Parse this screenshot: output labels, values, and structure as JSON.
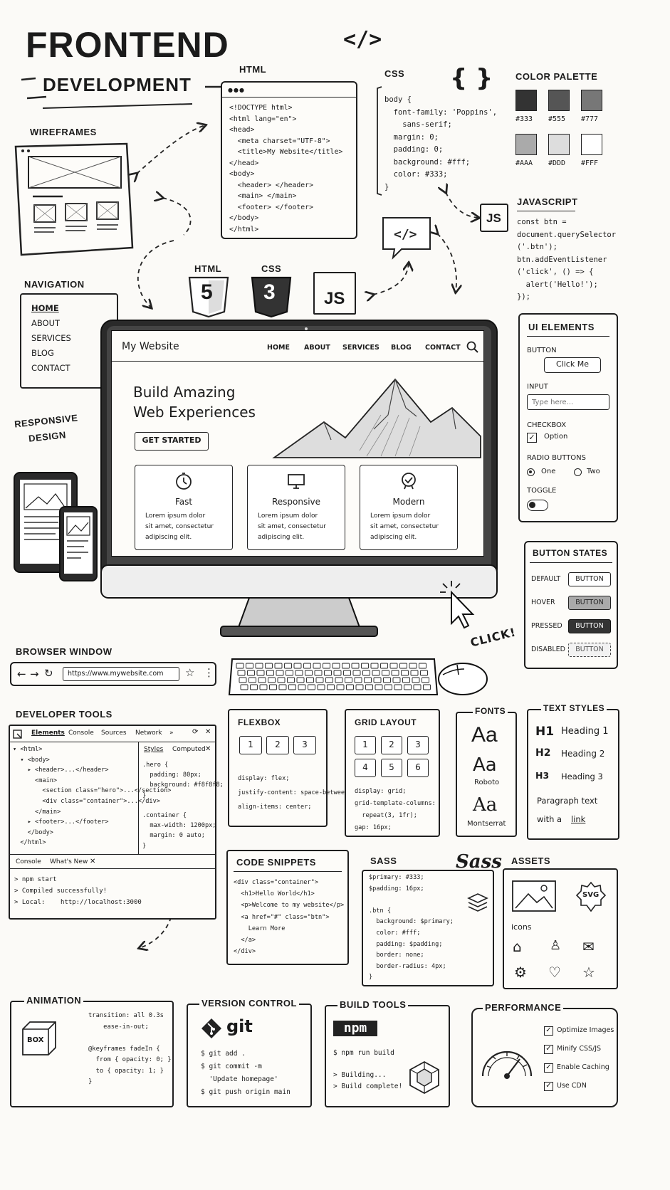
{
  "title": {
    "line1": "FRONTEND",
    "line2": "DEVELOPMENT"
  },
  "code_icon": "</>",
  "wireframes": {
    "label": "WIREFRAMES"
  },
  "html_panel": {
    "label": "HTML",
    "lines": [
      "<!DOCTYPE html>",
      "<html lang=\"en\">",
      "<head>",
      "  <meta charset=\"UTF-8\">",
      "  <title>My Website</title>",
      "</head>",
      "<body>",
      "  <header> </header>",
      "  <main> </main>",
      "  <footer> </footer>",
      "</body>",
      "</html>"
    ]
  },
  "css_panel": {
    "label": "CSS",
    "brace_icon": "{ }",
    "lines": [
      "body {",
      "  font-family: 'Poppins',",
      "    sans-serif;",
      "  margin: 0;",
      "  padding: 0;",
      "  background: #fff;",
      "  color: #333;",
      "}"
    ]
  },
  "color_palette": {
    "label": "COLOR PALETTE",
    "swatches": [
      {
        "hex": "#333",
        "color": "#333333"
      },
      {
        "hex": "#555",
        "color": "#555555"
      },
      {
        "hex": "#777",
        "color": "#777777"
      },
      {
        "hex": "#AAA",
        "color": "#AAAAAA"
      },
      {
        "hex": "#DDD",
        "color": "#DDDDDD"
      },
      {
        "hex": "#FFF",
        "color": "#FFFFFF"
      }
    ]
  },
  "javascript": {
    "label": "JAVASCRIPT",
    "badge": "JS",
    "lines": [
      "const btn =",
      "document.querySelector",
      "('.btn');",
      "btn.addEventListener",
      "('click', () => {",
      "  alert('Hello!');",
      "});"
    ]
  },
  "navigation": {
    "label": "NAVIGATION",
    "items": [
      "HOME",
      "ABOUT",
      "SERVICES",
      "BLOG",
      "CONTACT"
    ]
  },
  "tech_badges": {
    "html_label": "HTML",
    "html_num": "5",
    "css_label": "CSS",
    "css_num": "3",
    "js": "JS"
  },
  "site": {
    "logo": "My Website",
    "nav": [
      "HOME",
      "ABOUT",
      "SERVICES",
      "BLOG",
      "CONTACT"
    ],
    "hero_line1": "Build Amazing",
    "hero_line2": "Web Experiences",
    "cta": "GET STARTED",
    "cards": [
      {
        "title": "Fast",
        "text1": "Lorem ipsum dolor",
        "text2": "sit amet, consectetur",
        "text3": "adipiscing elit.",
        "icon": "stopwatch-icon"
      },
      {
        "title": "Responsive",
        "text1": "Lorem ipsum dolor",
        "text2": "sit amet, consectetur",
        "text3": "adipiscing elit.",
        "icon": "monitor-icon"
      },
      {
        "title": "Modern",
        "text1": "Lorem ipsum dolor",
        "text2": "sit amet, consectetur",
        "text3": "adipiscing elit.",
        "icon": "badge-check-icon"
      }
    ]
  },
  "responsive": {
    "label_line1": "RESPONSIVE",
    "label_line2": "DESIGN"
  },
  "click_label": "CLICK!",
  "ui_elements": {
    "label": "UI ELEMENTS",
    "button_label": "BUTTON",
    "button_text": "Click Me",
    "input_label": "INPUT",
    "input_placeholder": "Type here...",
    "checkbox_label": "CHECKBOX",
    "checkbox_option": "Option",
    "radio_label": "RADIO BUTTONS",
    "radio_one": "One",
    "radio_two": "Two",
    "toggle_label": "TOGGLE"
  },
  "button_states": {
    "label": "BUTTON STATES",
    "states": [
      {
        "name": "DEFAULT",
        "text": "BUTTON"
      },
      {
        "name": "HOVER",
        "text": "BUTTON"
      },
      {
        "name": "PRESSED",
        "text": "BUTTON"
      },
      {
        "name": "DISABLED",
        "text": "BUTTON"
      }
    ]
  },
  "browser_window": {
    "label": "BROWSER WINDOW",
    "url": "https://www.mywebsite.com"
  },
  "dev_tools": {
    "label": "DEVELOPER TOOLS",
    "tabs": [
      "Elements",
      "Console",
      "Sources",
      "Network",
      "»"
    ],
    "dom": [
      "▾ <html>",
      "  ▾ <body>",
      "    ▸ <header>...</header>",
      "      <main>",
      "        <section class=\"hero\">...</section>",
      "        <div class=\"container\">...</div>",
      "      </main>",
      "    ▸ <footer>...</footer>",
      "    </body>",
      "  </html>"
    ],
    "style_tabs": [
      "Styles",
      "Computed"
    ],
    "styles": [
      ".hero {",
      "  padding: 80px;",
      "  background: #f8f8f8;",
      "}",
      "",
      ".container {",
      "  max-width: 1200px;",
      "  margin: 0 auto;",
      "}"
    ],
    "console_tabs": [
      "Console",
      "What's New"
    ],
    "console": [
      "> npm start",
      "> Compiled successfully!",
      "> Local:    http://localhost:3000"
    ]
  },
  "flexbox": {
    "label": "FLEXBOX",
    "cells": [
      "1",
      "2",
      "3"
    ],
    "lines": [
      "display: flex;",
      "justify-content: space-between;",
      "align-items: center;"
    ]
  },
  "grid": {
    "label": "GRID LAYOUT",
    "cells": [
      "1",
      "2",
      "3",
      "4",
      "5",
      "6"
    ],
    "lines": [
      "display: grid;",
      "grid-template-columns:",
      "  repeat(3, 1fr);",
      "gap: 16px;"
    ]
  },
  "fonts": {
    "label": "FONTS",
    "sample": "Aa",
    "names": [
      "Roboto",
      "Montserrat"
    ]
  },
  "text_styles": {
    "label": "TEXT STYLES",
    "items": [
      {
        "tag": "H1",
        "text": "Heading 1"
      },
      {
        "tag": "H2",
        "text": "Heading 2"
      },
      {
        "tag": "H3",
        "text": "Heading 3"
      }
    ],
    "para": "Paragraph text",
    "with_a": "with a",
    "link": "link"
  },
  "code_snippets": {
    "label": "CODE SNIPPETS",
    "lines": [
      "<div class=\"container\">",
      "  <h1>Hello World</h1>",
      "  <p>Welcome to my website</p>",
      "  <a href=\"#\" class=\"btn\">",
      "    Learn More",
      "  </a>",
      "</div>"
    ]
  },
  "sass": {
    "label": "SASS",
    "logo": "Sass",
    "lines": [
      "$primary: #333;",
      "$padding: 16px;",
      "",
      ".btn {",
      "  background: $primary;",
      "  color: #fff;",
      "  padding: $padding;",
      "  border: none;",
      "  border-radius: 4px;",
      "}"
    ]
  },
  "assets": {
    "label": "ASSETS",
    "svg": "SVG",
    "icons_label": "icons"
  },
  "animation": {
    "label": "ANIMATION",
    "box": "BOX",
    "lines": [
      "transition: all 0.3s",
      "    ease-in-out;",
      "",
      "@keyframes fadeIn {",
      "  from { opacity: 0; }",
      "  to { opacity: 1; }",
      "}"
    ]
  },
  "version_control": {
    "label": "VERSION CONTROL",
    "logo": "git",
    "lines": [
      "$ git add .",
      "$ git commit -m",
      "  'Update homepage'",
      "$ git push origin main"
    ]
  },
  "build_tools": {
    "label": "BUILD TOOLS",
    "logo": "npm",
    "lines": [
      "$ npm run build",
      "",
      "> Building...",
      "> Build complete!"
    ]
  },
  "performance": {
    "label": "PERFORMANCE",
    "items": [
      "Optimize Images",
      "Minify CSS/JS",
      "Enable Caching",
      "Use CDN"
    ]
  }
}
